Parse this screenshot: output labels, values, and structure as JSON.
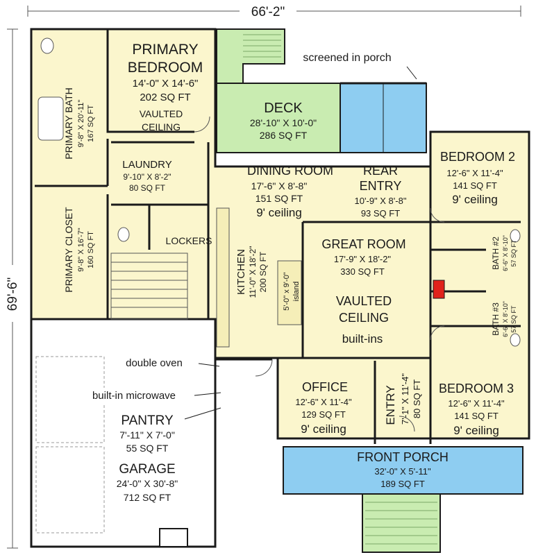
{
  "colors": {
    "floor": "#fbf6cd",
    "deck": "#c9ecb1",
    "porch_blue": "#8ecdf1",
    "garage": "#ffffff",
    "walls": "#1a1a1a",
    "fireplace": "#e0221b",
    "stairs_green": "#c9ecb1"
  },
  "dimensions": {
    "overall_width": "66'-2\"",
    "overall_depth": "69'-6\""
  },
  "rooms": {
    "primary_bedroom": {
      "name_line1": "PRIMARY",
      "name_line2": "BEDROOM",
      "size": "14'-0\" X 14'-6\"",
      "area": "202 SQ FT",
      "note_line1": "VAULTED",
      "note_line2": "CEILING"
    },
    "primary_bath": {
      "name": "PRIMARY BATH",
      "size": "9'-8\" X 20'-11\"",
      "area": "167 SQ FT"
    },
    "primary_closet": {
      "name": "PRIMARY CLOSET",
      "size": "9'-8\" X 16'-7\"",
      "area": "160 SQ FT"
    },
    "laundry": {
      "name": "LAUNDRY",
      "size": "9'-10\" X 8'-2\"",
      "area": "80 SQ FT"
    },
    "lockers": {
      "name": "LOCKERS"
    },
    "deck": {
      "name": "DECK",
      "size": "28'-10\" X 10'-0\"",
      "area": "286 SQ FT"
    },
    "screened_porch": {
      "name": "screened in porch"
    },
    "dining_room": {
      "name": "DINING ROOM",
      "size": "17'-6\" X 8'-8\"",
      "area": "151 SQ FT",
      "note": "9' ceiling"
    },
    "rear_entry": {
      "name_line1": "REAR",
      "name_line2": "ENTRY",
      "size": "10'-9\" X 8'-8\"",
      "area": "93 SQ FT"
    },
    "bedroom2": {
      "name": "BEDROOM 2",
      "size": "12'-6\" X 11'-4\"",
      "area": "141 SQ FT",
      "note": "9' ceiling"
    },
    "kitchen": {
      "name": "KITCHEN",
      "size": "11'-0\" X 18'-2\"",
      "area": "200 SQ FT"
    },
    "island": {
      "size": "5'-0\" x 9'-0\"",
      "name": "island"
    },
    "great_room": {
      "name": "GREAT ROOM",
      "size": "17'-9\" X 18'-2\"",
      "area": "330 SQ FT",
      "note_line1": "VAULTED",
      "note_line2": "CEILING",
      "note_line3": "built-ins"
    },
    "bath2": {
      "name": "BATH #2",
      "size": "6'-6\" X 8'-10\"",
      "area": "57 SQ FT"
    },
    "bath3": {
      "name": "BATH #3",
      "size": "6'-6\" X 8'-10\"",
      "area": "57 SQ FT"
    },
    "office": {
      "name": "OFFICE",
      "size": "12'-6\" X 11'-4\"",
      "area": "129 SQ FT",
      "note": "9' ceiling"
    },
    "entry": {
      "name": "ENTRY",
      "size": "7'-1\" X 11'-4\"",
      "area": "80 SQ FT"
    },
    "bedroom3": {
      "name": "BEDROOM 3",
      "size": "12'-6\" X 11'-4\"",
      "area": "141 SQ FT",
      "note": "9' ceiling"
    },
    "pantry": {
      "name": "PANTRY",
      "size": "7'-11\" X 7'-0\"",
      "area": "55 SQ FT"
    },
    "garage": {
      "name": "GARAGE",
      "size": "24'-0\" X 30'-8\"",
      "area": "712 SQ FT"
    },
    "front_porch": {
      "name": "FRONT PORCH",
      "size": "32'-0\" X 5'-11\"",
      "area": "189 SQ FT"
    }
  },
  "callouts": {
    "double_oven": "double oven",
    "built_in_microwave": "built-in microwave"
  }
}
